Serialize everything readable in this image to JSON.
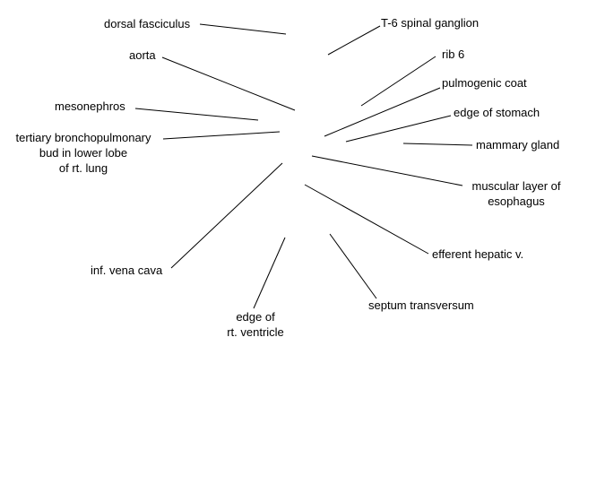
{
  "labels": {
    "dorsal_fasciculus": "dorsal fasciculus",
    "t6_spinal_ganglion": "T-6 spinal ganglion",
    "aorta": "aorta",
    "rib_6": "rib 6",
    "pulmogenic_coat": "pulmogenic coat",
    "mesonephros": "mesonephros",
    "edge_of_stomach": "edge of stomach",
    "tertiary_bud": "tertiary bronchopulmonary\nbud in lower lobe\nof rt. lung",
    "mammary_gland": "mammary gland",
    "muscular_layer": "muscular layer of\nesophagus",
    "efferent_hepatic": "efferent hepatic v.",
    "inf_vena_cava": "inf. vena cava",
    "septum_transversum": "septum transversum",
    "edge_rt_ventricle": "edge of\nrt. ventricle"
  }
}
